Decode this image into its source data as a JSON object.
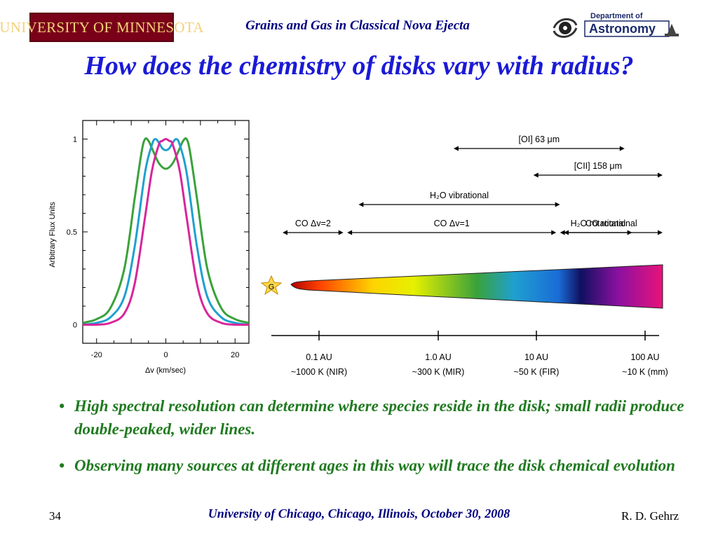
{
  "header": {
    "university_logo_text": "UNIVERSITY OF MINNESOTA",
    "title": "Grains and Gas in Classical Nova Ejecta",
    "dept_logo": {
      "line1": "Department of",
      "line2": "Astronomy",
      "icon": "galaxy-icon"
    }
  },
  "slide": {
    "title": "How does the chemistry of disks vary with radius?"
  },
  "line_plot": {
    "ylabel": "Arbitrary Flux Units",
    "xlabel": "Δv (km/sec)",
    "xticks": [
      "-20",
      "0",
      "20"
    ],
    "yticks": [
      "0",
      "0.5",
      "1"
    ]
  },
  "chart_data": {
    "type": "line",
    "xlabel": "Δv (km/sec)",
    "ylabel": "Arbitrary Flux Units",
    "xlim": [
      -24,
      24
    ],
    "ylim": [
      -0.1,
      1.1
    ],
    "series": [
      {
        "color": "#3aa23a",
        "x": [
          -24,
          -20,
          -16,
          -12,
          -9,
          -7,
          -6,
          -5,
          -4,
          -2,
          0,
          2,
          4,
          5,
          6,
          7,
          9,
          12,
          16,
          20,
          24
        ],
        "y": [
          0.01,
          0.03,
          0.09,
          0.3,
          0.68,
          0.93,
          1.0,
          0.99,
          0.95,
          0.87,
          0.84,
          0.87,
          0.95,
          0.99,
          1.0,
          0.93,
          0.68,
          0.3,
          0.09,
          0.03,
          0.01
        ]
      },
      {
        "color": "#1fa0d0",
        "x": [
          -24,
          -20,
          -16,
          -12,
          -9,
          -6,
          -4,
          -3,
          -2,
          -1,
          0,
          1,
          2,
          3,
          4,
          6,
          9,
          12,
          16,
          20,
          24
        ],
        "y": [
          0.0,
          0.01,
          0.04,
          0.15,
          0.42,
          0.82,
          0.97,
          1.0,
          0.98,
          0.95,
          0.94,
          0.95,
          0.98,
          1.0,
          0.97,
          0.82,
          0.42,
          0.15,
          0.04,
          0.01,
          0.0
        ]
      },
      {
        "color": "#d8259a",
        "x": [
          -24,
          -20,
          -16,
          -12,
          -9,
          -6,
          -4,
          -2,
          -1,
          0,
          1,
          2,
          4,
          6,
          9,
          12,
          16,
          20,
          24
        ],
        "y": [
          0.0,
          0.0,
          0.01,
          0.06,
          0.22,
          0.58,
          0.83,
          0.97,
          0.99,
          1.0,
          0.99,
          0.97,
          0.83,
          0.58,
          0.22,
          0.06,
          0.01,
          0.0,
          0.0
        ]
      }
    ]
  },
  "diagram": {
    "star_label": "G",
    "ranges": [
      {
        "label": "[OI] 63 μm",
        "from": 0.45,
        "to": 0.9
      },
      {
        "label": "[CII] 158 μm",
        "from": 0.66,
        "to": 1.0
      },
      {
        "label": "H₂O vibrational",
        "from": 0.2,
        "to": 0.73
      },
      {
        "label": "H₂O rotational",
        "from": 0.74,
        "to": 0.92
      },
      {
        "label": "CO Δv=2",
        "from": 0.0,
        "to": 0.16
      },
      {
        "label": "CO Δv=1",
        "from": 0.17,
        "to": 0.72
      },
      {
        "label": "CO rotational",
        "from": 0.73,
        "to": 1.0
      }
    ],
    "axis_ticks": [
      {
        "label": "0.1 AU",
        "sublabel": "~1000 K (NIR)"
      },
      {
        "label": "1.0 AU",
        "sublabel": "~300 K (MIR)"
      },
      {
        "label": "10 AU",
        "sublabel": "~50 K (FIR)"
      },
      {
        "label": "100 AU",
        "sublabel": "~10 K (mm)"
      }
    ]
  },
  "bullets": [
    {
      "marker": "•",
      "text": "High spectral resolution can determine where species reside in the disk; small radii produce double-peaked, wider lines."
    },
    {
      "marker": "•",
      "text": "Observing many sources at different ages in this way will trace the disk chemical evolution"
    }
  ],
  "footer": {
    "page": "34",
    "center": "University of Chicago, Chicago, Illinois, October 30, 2008",
    "author": "R. D. Gehrz"
  },
  "colors": {
    "title": "#1a1ad6",
    "header": "#000080",
    "bullet": "#1f7a1f",
    "umn_maroon": "#7a0019",
    "umn_gold": "#f3d27a"
  }
}
